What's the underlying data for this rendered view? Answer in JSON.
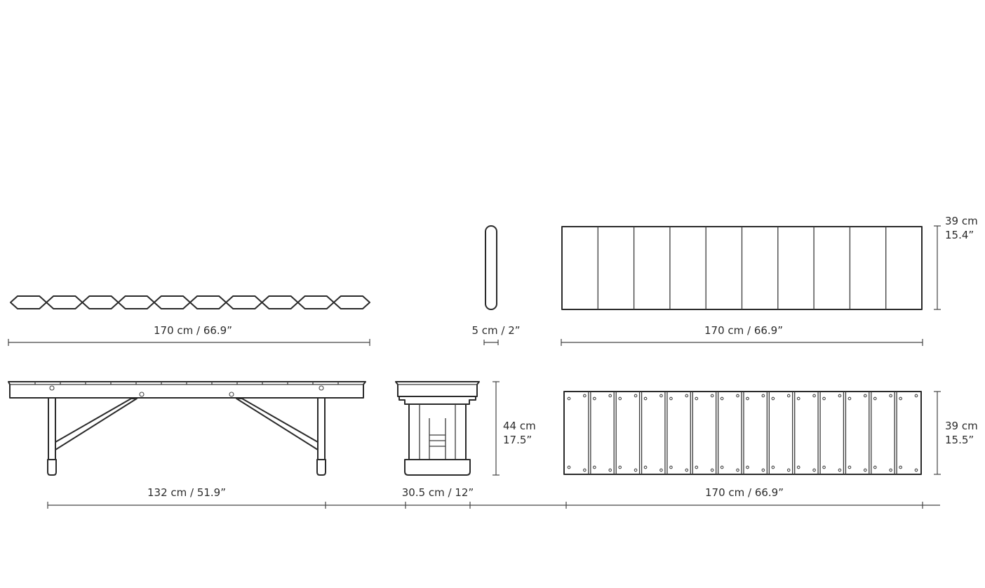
{
  "dimensions": {
    "top_view_length": "170 cm / 66.9”",
    "slat_thickness": "5 cm / 2”",
    "slat_panel_length": "170 cm / 66.9”",
    "slat_panel_depth_cm": "39 cm",
    "slat_panel_depth_in": "15.4”",
    "leg_span": "132 cm / 51.9”",
    "side_depth": "30.5 cm / 12”",
    "height_cm": "44 cm",
    "height_in": "17.5”",
    "bottom_panel_length": "170 cm / 66.9”",
    "bottom_panel_depth_cm": "39 cm",
    "bottom_panel_depth_in": "15.5”"
  },
  "counts": {
    "top_section_slats": 10,
    "slat_panel_divisions": 10,
    "bottom_panel_slats": 14
  }
}
